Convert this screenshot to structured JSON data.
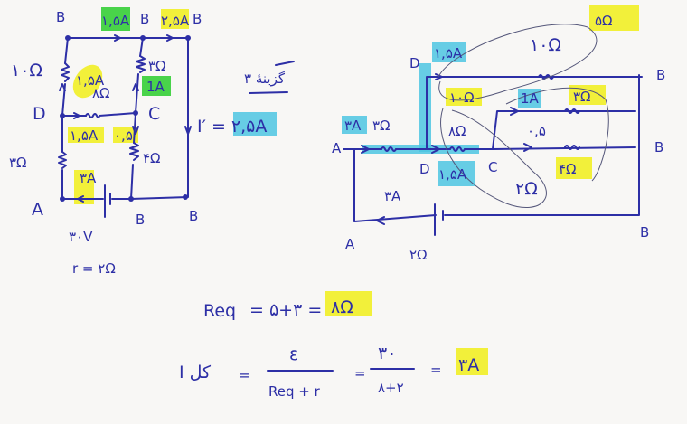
{
  "colors": {
    "ink": "#2d2fa6",
    "highlight_yellow": "#f2f03a",
    "highlight_green": "#49d34a",
    "highlight_cyan": "#4ec6e2"
  },
  "heading": "گزینهٔ ۳",
  "left_circuit": {
    "nodes": {
      "top_left": "B",
      "top_mid": "B",
      "top_right": "B",
      "d": "D",
      "c": "C",
      "a": "A",
      "bottom_mid": "B",
      "bottom_right": "B"
    },
    "currents": {
      "top_left_branch": "۱,۵A",
      "top_right_branch": "۲,۵A",
      "circled": "۱,۵A",
      "c_up": "1A",
      "d_to_c": "۱,۵A",
      "c_down": "۰,۵",
      "battery": "۳A",
      "i_prime": "I′ = ۲,۵A"
    },
    "resistors": {
      "r10": "۱۰Ω",
      "r8": "۸Ω",
      "r3_left": "۳Ω",
      "r3_right": "۳Ω",
      "r4": "۴Ω"
    },
    "emf": "۳۰V",
    "internal_resistance": "r = ۲Ω"
  },
  "right_circuit": {
    "title": "۵Ω",
    "nodes": {
      "a_top": "A",
      "d_top": "D",
      "d_bottom": "D",
      "c": "C",
      "b_top": "B",
      "b_mid": "B",
      "b_bottom": "B",
      "a_bottom": "A"
    },
    "currents": {
      "input": "۳A",
      "d_up": "۱,۵A",
      "d_right": "۱,۵A",
      "c_up": "1A",
      "c_right": "۰,۵",
      "battery": "۳A"
    },
    "resistors": {
      "r3_series": "۳Ω",
      "r10": "۱۰Ω",
      "r10_group": "۱۰Ω",
      "r8": "۸Ω",
      "r3": "۳Ω",
      "r4": "۴Ω",
      "r2_group": "۲Ω",
      "r_internal": "۲Ω"
    }
  },
  "equations": {
    "req_lhs": "Req",
    "req_rhs": "= ۵+۳ =",
    "req_result": "۸Ω",
    "i_lhs": "I کل",
    "i_eq1": "=",
    "numerator1": "ε",
    "denominator1": "Req + r",
    "i_eq2": "=",
    "numerator2": "۳۰",
    "denominator2": "۸+۲",
    "i_eq3": "=",
    "i_result": "۳A"
  }
}
